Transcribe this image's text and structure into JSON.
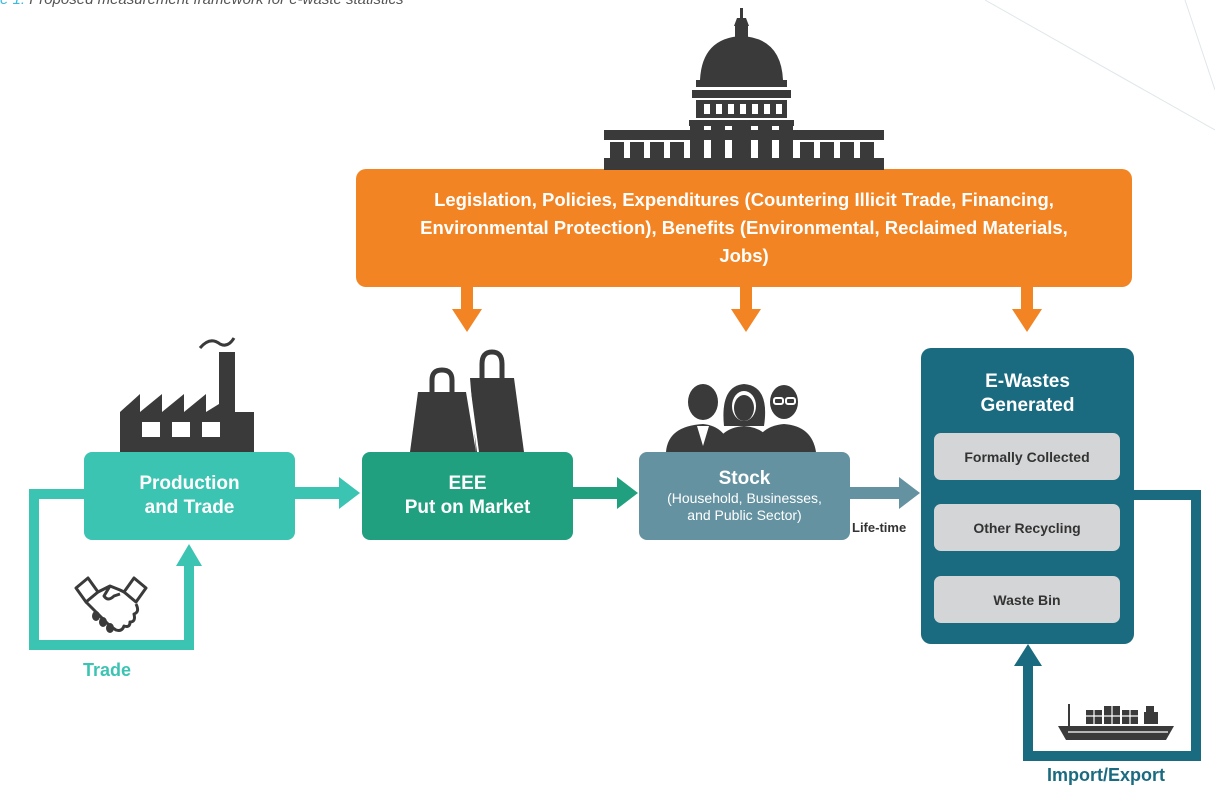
{
  "caption": {
    "figure_label": "e 1:",
    "text": "Proposed measurement framework for e-waste statistics"
  },
  "policy_box": {
    "text": "Legislation, Policies, Expenditures (Countering Illicit Trade, Financing, Environmental Protection), Benefits (Environmental, Reclaimed Materials, Jobs)"
  },
  "production": {
    "line1": "Production",
    "line2": "and Trade"
  },
  "eee": {
    "line1": "EEE",
    "line2": "Put on Market"
  },
  "stock": {
    "title": "Stock",
    "sub1": "(Household, Businesses,",
    "sub2": "and Public Sector)"
  },
  "ewaste": {
    "title": "E-Wastes Generated",
    "items": [
      "Formally Collected",
      "Other Recycling",
      "Waste Bin"
    ]
  },
  "labels": {
    "trade": "Trade",
    "lifetime": "Life-time",
    "import_export": "Import/Export"
  },
  "colors": {
    "policy_orange": "#f28423",
    "production_teal": "#3cc4b3",
    "eee_green": "#20a07f",
    "stock_blue_gray": "#6492a1",
    "ewaste_dark_teal": "#1b6b80",
    "sub_box_gray": "#d4d5d6",
    "icon_dark": "#3a3a3a"
  },
  "icons": [
    "capitol-building-icon",
    "factory-icon",
    "shopping-bags-icon",
    "people-icon",
    "handshake-icon",
    "cargo-ship-icon"
  ]
}
